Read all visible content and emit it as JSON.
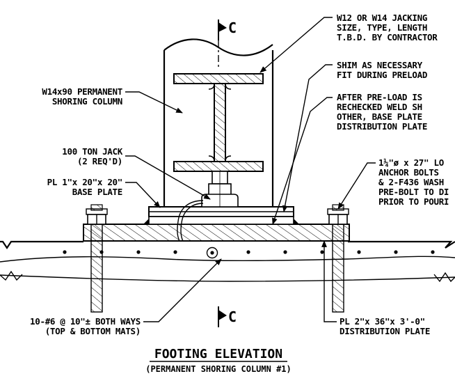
{
  "labels": {
    "jacking_l1": "W12 OR W14 JACKING",
    "jacking_l2": "SIZE, TYPE, LENGTH",
    "jacking_l3": "T.B.D. BY CONTRACTOR",
    "shim_l1": "SHIM AS NECESSARY",
    "shim_l2": "FIT DURING PRELOAD",
    "preload_l1": "AFTER PRE-LOAD IS",
    "preload_l2": "RECHECKED WELD SH",
    "preload_l3": "OTHER, BASE PLATE",
    "preload_l4": "DISTRIBUTION PLATE",
    "column_l1": "W14x90 PERMANENT",
    "column_l2": "SHORING COLUMN",
    "jack_l1": "100 TON JACK",
    "jack_l2": "(2 REQ'D)",
    "base_l1": "PL 1\"x 20\"x 20\"",
    "base_l2": "BASE PLATE",
    "anchor_l1": "1¼\"ø x 27\" LO",
    "anchor_l2": "ANCHOR BOLTS",
    "anchor_l3": "& 2-F436 WASH",
    "anchor_l4": "PRE-BOLT TO DI",
    "anchor_l5": "PRIOR TO POURI",
    "rebar_l1": "10-#6 @ 10\"± BOTH WAYS",
    "rebar_l2": "(TOP & BOTTOM MATS)",
    "dist_l1": "PL 2\"x 36\"x 3'-0\"",
    "dist_l2": "DISTRIBUTION PLATE",
    "cl_top": "C",
    "cl_bottom": "C"
  },
  "title": "FOOTING ELEVATION",
  "subtitle": "(PERMANENT SHORING COLUMN #1)"
}
